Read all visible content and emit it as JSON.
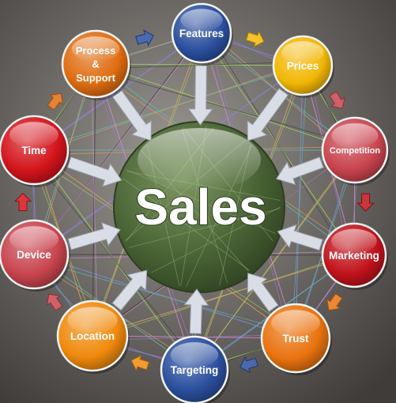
{
  "center_label": "Sales",
  "nodes": [
    {
      "id": "features",
      "label": [
        "Features"
      ],
      "color": "#2b4f9e"
    },
    {
      "id": "prices",
      "label": [
        "Prices"
      ],
      "color": "#f2b705"
    },
    {
      "id": "competition",
      "label": [
        "Competition"
      ],
      "color": "#c8444e"
    },
    {
      "id": "marketing",
      "label": [
        "Marketing"
      ],
      "color": "#c0121b"
    },
    {
      "id": "trust",
      "label": [
        "Trust"
      ],
      "color": "#e9730f"
    },
    {
      "id": "targeting",
      "label": [
        "Targeting"
      ],
      "color": "#2b4f9e"
    },
    {
      "id": "location",
      "label": [
        "Location"
      ],
      "color": "#f08a0c"
    },
    {
      "id": "device",
      "label": [
        "Device"
      ],
      "color": "#c8444e"
    },
    {
      "id": "time",
      "label": [
        "Time"
      ],
      "color": "#d3141b"
    },
    {
      "id": "process-support",
      "label": [
        "Process",
        "&",
        "Support"
      ],
      "color": "#e06c10"
    }
  ],
  "colors": {
    "background_center": "#8f8b86",
    "background_edge": "#4d4a47",
    "center_fill": "#4f6b3a",
    "arrow": "#d9dde6",
    "web_lines": [
      "#9a7bd6",
      "#5fb8b0",
      "#9fd05a",
      "#d38bd0",
      "#7b8fe0",
      "#e0a060",
      "#404040"
    ]
  }
}
